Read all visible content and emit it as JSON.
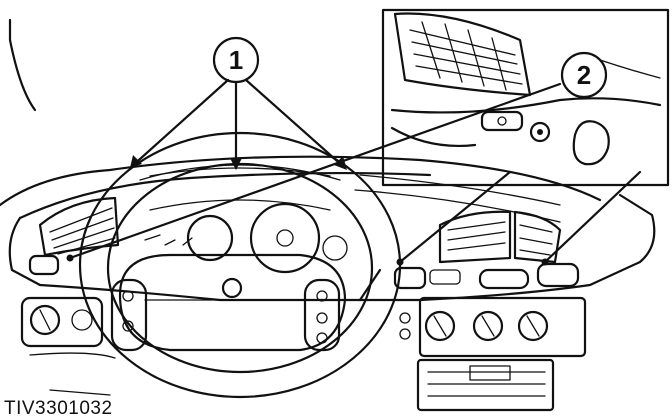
{
  "callouts": [
    {
      "id": "callout-1",
      "label": "1"
    },
    {
      "id": "callout-2",
      "label": "2"
    }
  ],
  "reference_code": "TIV3301032",
  "colors": {
    "ink": "#111111",
    "paper": "#ffffff"
  }
}
